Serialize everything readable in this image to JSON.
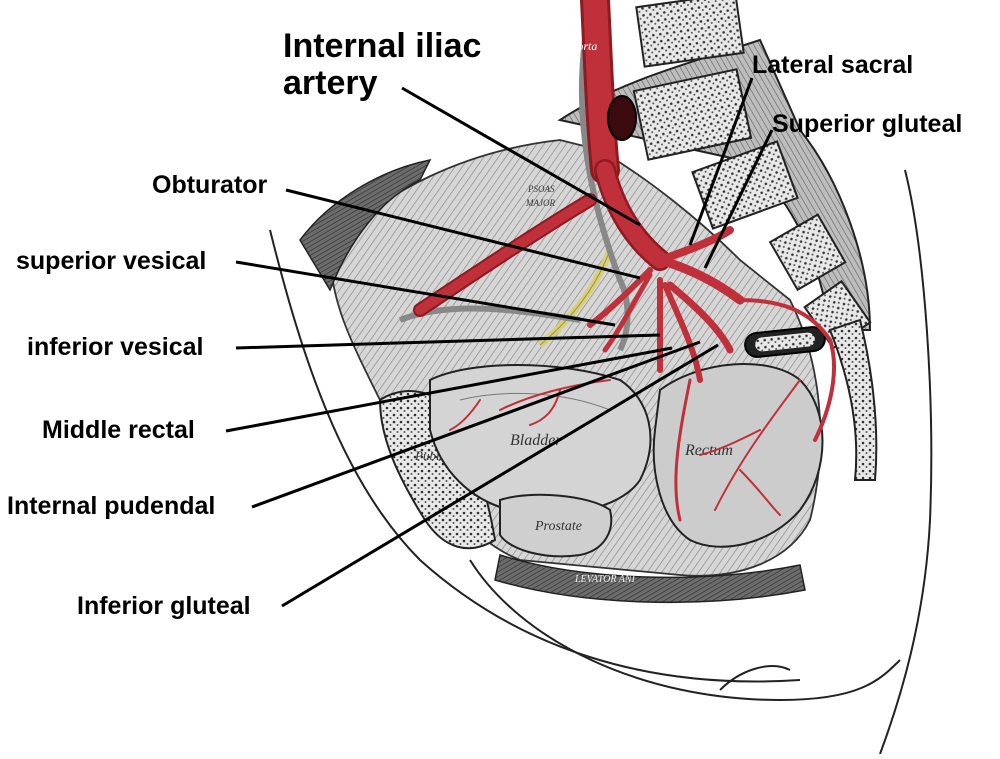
{
  "title_label": "Internal iliac artery",
  "labels": {
    "lateral_sacral": "Lateral sacral",
    "superior_gluteal": "Superior gluteal",
    "obturator": "Obturator",
    "superior_vesical": "superior vesical",
    "inferior_vesical": "inferior vesical",
    "middle_rectal": "Middle rectal",
    "internal_pudendal": "Internal pudendal",
    "inferior_gluteal": "Inferior gluteal"
  },
  "illustration_text": {
    "aorta": "Aorta",
    "psoas": "PSOAS",
    "major": "MAJOR",
    "bladder": "Bladder",
    "rectum": "Rectum",
    "prostate": "Prostate",
    "pubis": "Pubis",
    "levator_ani": "LEVATOR ANI"
  },
  "colors": {
    "artery": "#c0303a",
    "artery_dark": "#8e1a22",
    "ureter": "#d8cf7a",
    "tissue": "#cfcfcf",
    "bone": "#b9b9b9",
    "line": "#000000"
  }
}
